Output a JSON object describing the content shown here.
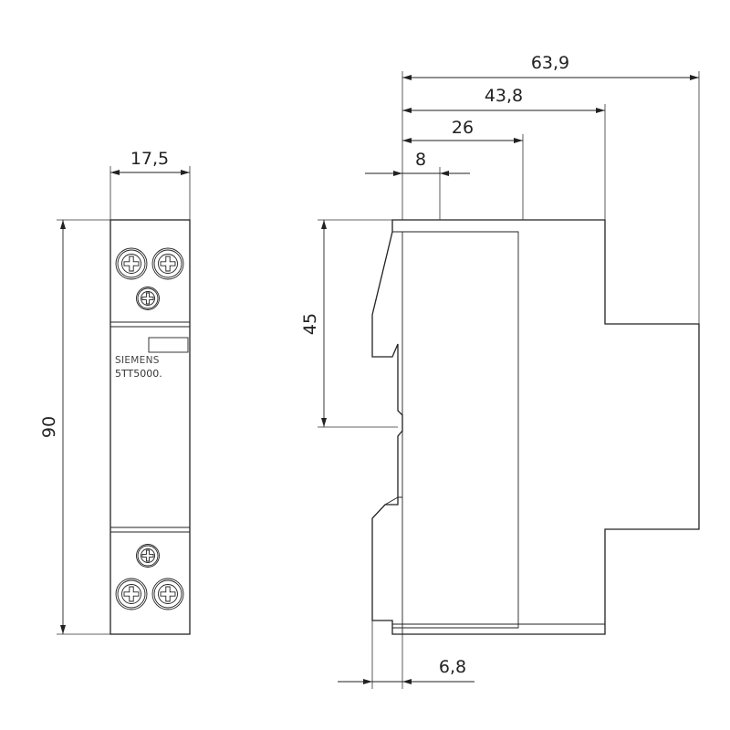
{
  "front_view": {
    "width_dim": "17,5",
    "height_dim": "90",
    "brand": "SIEMENS",
    "model": "5TT5000."
  },
  "side_view": {
    "dim_total_depth": "63,9",
    "dim_depth_2": "43,8",
    "dim_depth_3": "26",
    "dim_depth_4": "8",
    "dim_rail_height": "45",
    "dim_offset": "6,8"
  }
}
